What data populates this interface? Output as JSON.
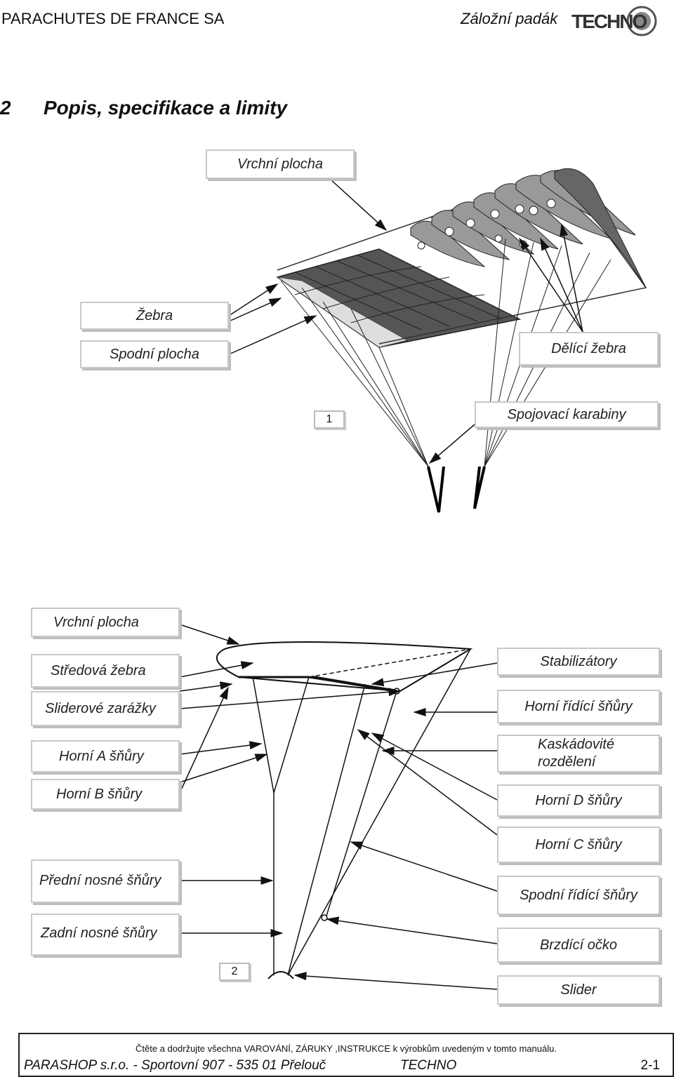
{
  "header": {
    "company": "PARACHUTES DE FRANCE SA",
    "product": "Záložní padák",
    "logo_text": "TECHNO"
  },
  "section": {
    "number": "2",
    "title": "Popis, specifikace a limity"
  },
  "figure1": {
    "label": "1",
    "callouts": {
      "top_surface": "Vrchní plocha",
      "ribs": "Žebra",
      "bottom_surface": "Spodní plocha",
      "dividing_ribs": "Dělící žebra",
      "connector_links": "Spojovací karabiny"
    }
  },
  "figure2": {
    "label": "2",
    "left": {
      "top_surface": "Vrchní plocha",
      "center_ribs": "Středová žebra",
      "slider_stops": "Sliderové zarážky",
      "upper_a_lines": "Horní A šňůry",
      "upper_b_lines": "Horní B šňůry",
      "front_risers": "Přední nosné šňůry",
      "rear_risers": "Zadní nosné šňůry"
    },
    "right": {
      "stabilizers": "Stabilizátory",
      "upper_steering_lines": "Horní řídící šňůry",
      "cascade_line1": "Kaskádovité",
      "cascade_line2": "rozdělení",
      "upper_d_lines": "Horní D šňůry",
      "upper_c_lines": "Horní C šňůry",
      "lower_steering_lines": "Spodní řídící šňůry",
      "brake_loop": "Brzdící očko",
      "slider": "Slider"
    }
  },
  "footer": {
    "notice": "Čtěte a dodržujte všechna VAROVÁNÍ, ZÁRUKY ,INSTRUKCE k výrobkům uvedeným v tomto manuálu.",
    "address": "PARASHOP s.r.o. - Sportovní 907 - 535 01 Přelouč",
    "product": "TECHNO",
    "page": "2-1"
  }
}
